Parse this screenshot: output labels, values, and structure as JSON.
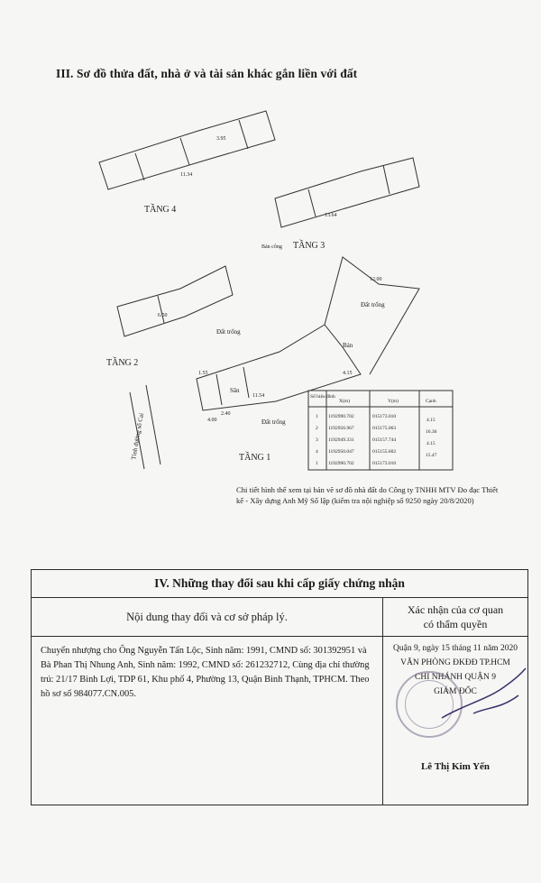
{
  "section3": {
    "title": "III. Sơ đồ thửa đất, nhà ở và tài sản khác gắn liền với đất"
  },
  "plan": {
    "floor_labels": [
      "TẦNG 4",
      "TẦNG 3",
      "TẦNG 2",
      "TẦNG 1"
    ],
    "area_labels": [
      "Đất trống",
      "Đất trống",
      "Đất trống",
      "Sân",
      "Bản",
      "Bản công"
    ],
    "road_label": "Tỉnh đường số Cai",
    "table": {
      "headers": [
        "Số hiệu đỉnh",
        "X(m)",
        "Y(m)",
        "Cạnh"
      ],
      "rows": [
        [
          "1",
          "1192990.702",
          "015173.010",
          "4.15"
        ],
        [
          "2",
          "1192956.967",
          "015175.063",
          "16.36"
        ],
        [
          "3",
          "1192949.331",
          "015157.744",
          "4.15"
        ],
        [
          "4",
          "1192950.047",
          "015155.602",
          "15.47"
        ],
        [
          "1",
          "1192990.702",
          "015173.010",
          ""
        ]
      ]
    },
    "dimensions": [
      "11.34",
      "11.54",
      "13.64",
      "12.00",
      "4.15",
      "4.00",
      "1.55",
      "2.40",
      "6.50",
      "3.95"
    ]
  },
  "caption": "Chi tiết hình thể xem tại bản vẽ sơ đồ nhà đất do Công ty TNHH MTV Đo đạc Thiết kế - Xây dựng Anh Mỹ Số lập (kiểm tra nội nghiệp số 9250 ngày 20/8/2020)",
  "section4": {
    "title": "IV. Những thay đổi sau khi cấp giấy chứng nhận",
    "col_left_header": "Nội dung thay đổi và cơ sở pháp lý.",
    "col_right_header_1": "Xác nhận của cơ quan",
    "col_right_header_2": "có thẩm quyền",
    "content": "Chuyển nhượng cho Ông Nguyễn Tấn Lộc, Sinh năm: 1991, CMND số: 301392951 và Bà Phan Thị Nhung Anh, Sinh năm: 1992, CMND số: 261232712, Cùng địa chỉ thường trú: 21/17 Bình Lợi, TDP 61, Khu phố 4, Phường 13, Quận Bình Thạnh, TPHCM. Theo hồ sơ số 984077.CN.005.",
    "confirm_date": "Quận 9, ngày 15 tháng 11 năm 2020",
    "office": "VĂN PHÒNG ĐKĐĐ TP.HCM",
    "branch": "CHI NHÁNH QUẬN 9",
    "role": "GIÁM ĐỐC",
    "signer": "Lê Thị Kim Yến"
  }
}
